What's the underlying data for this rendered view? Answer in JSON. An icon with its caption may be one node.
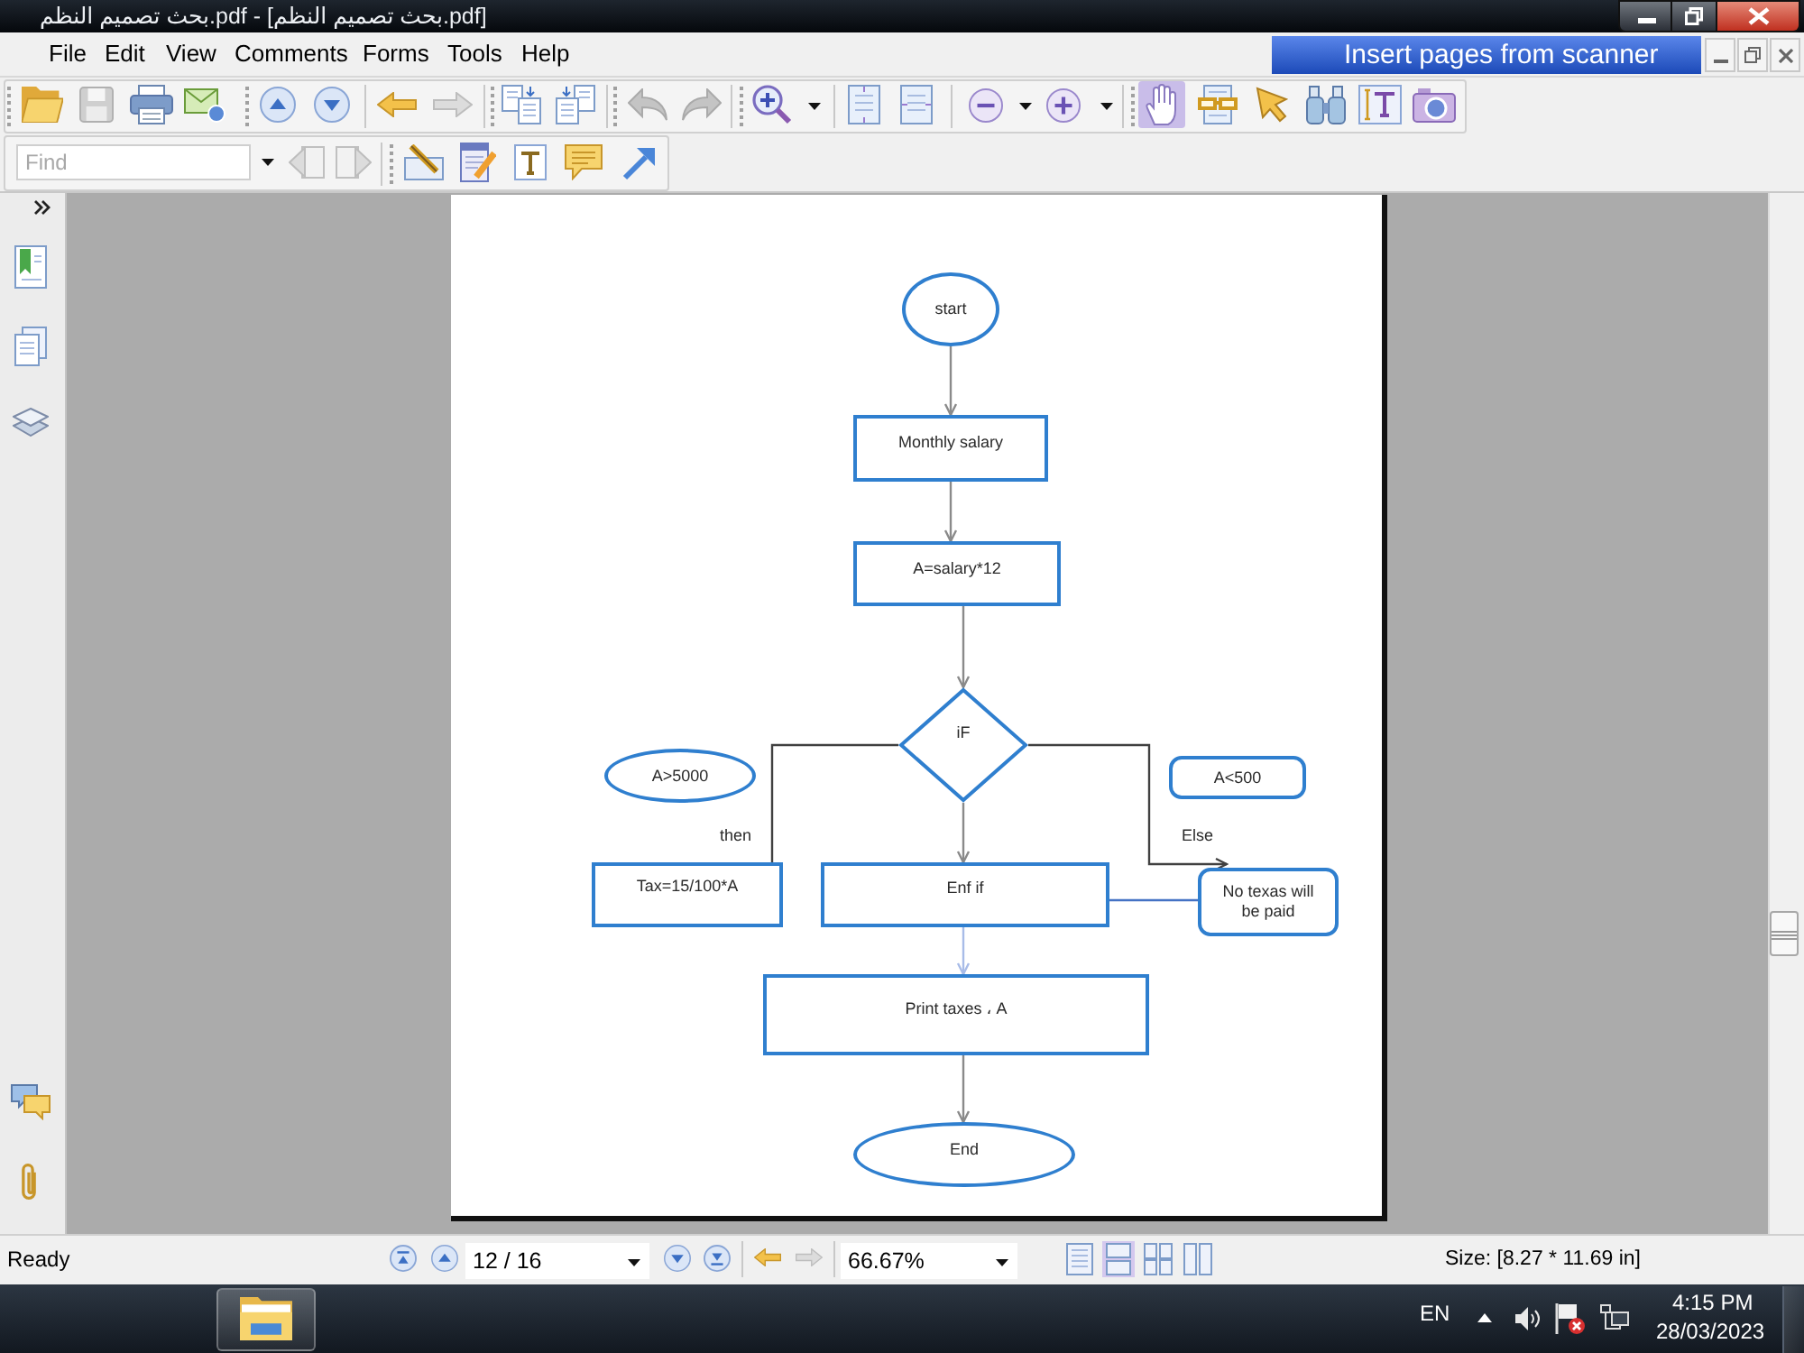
{
  "diagram": {
    "nodes": [
      {
        "text": [
          "start"
        ]
      },
      {
        "text": [
          "Monthly salary"
        ]
      },
      {
        "text": [
          "A=salary*12"
        ]
      },
      {
        "text": [
          "iF"
        ]
      },
      {
        "text": [
          "A>5000"
        ]
      },
      {
        "text": [
          "A<500"
        ]
      },
      {
        "text": [
          "Tax=15/100*A"
        ]
      },
      {
        "text": [
          "Enf if"
        ]
      },
      {
        "text": [
          "No texas will be paid"
        ]
      },
      {
        "text": [
          "Print taxes ، A"
        ]
      },
      {
        "text": [
          "End"
        ]
      }
    ],
    "edges": [
      {
        "from": 0,
        "to": 1,
        "arrow": "to"
      },
      {
        "from": 1,
        "to": 2,
        "arrow": "to"
      },
      {
        "from": 2,
        "to": 3,
        "arrow": "to"
      },
      {
        "from": 3,
        "to": 7,
        "arrow": "to"
      },
      {
        "from": 3,
        "to": 6,
        "arrow": "none",
        "label": "then",
        "color": "#404040"
      },
      {
        "from": 3,
        "to": 8,
        "arrow": "to",
        "label": "Else",
        "color": "#404040"
      },
      {
        "from": 7,
        "to": 8,
        "arrow": "none",
        "color": "#4472c4"
      },
      {
        "from": 7,
        "to": 9,
        "arrow": "to",
        "color": "#a8bce8"
      },
      {
        "from": 9,
        "to": 10,
        "arrow": "to"
      }
    ],
    "labels": [
      "بحث تصميم النظم.pdf - [بحث تصميم النظم.pdf]",
      "File",
      "Edit",
      "View",
      "Comments",
      "Forms",
      "Tools",
      "Help",
      "Insert pages from scanner",
      "Find",
      "Ready",
      "12 / 16",
      "66.67%",
      "Size: [8.27 * 11.69 in]",
      "EN",
      "4:15 PM",
      "28/03/2023"
    ]
  }
}
